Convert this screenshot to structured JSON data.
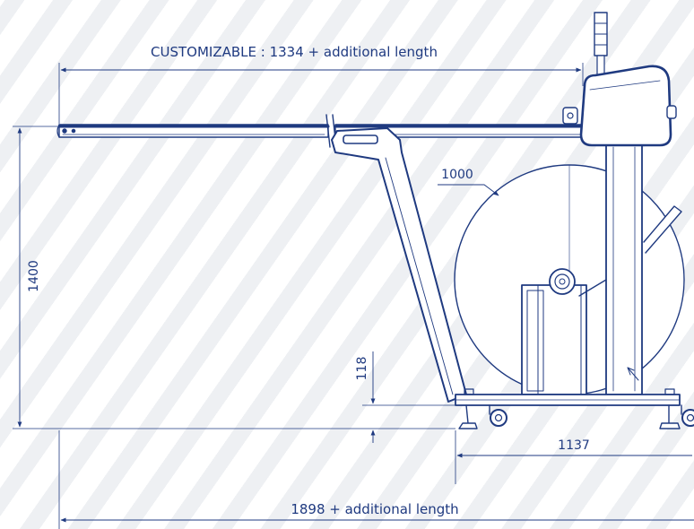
{
  "diagram": {
    "dimensions": {
      "top_length": "CUSTOMIZABLE : 1334 + additional length",
      "bottom_length": "1898 + additional length",
      "height": "1400",
      "coil_diameter": "1000",
      "ground_clearance": "118",
      "base_width": "1137"
    }
  },
  "colors": {
    "ink": "#1f3a80",
    "background": "#ffffff",
    "stripe": "#eef0f3"
  }
}
